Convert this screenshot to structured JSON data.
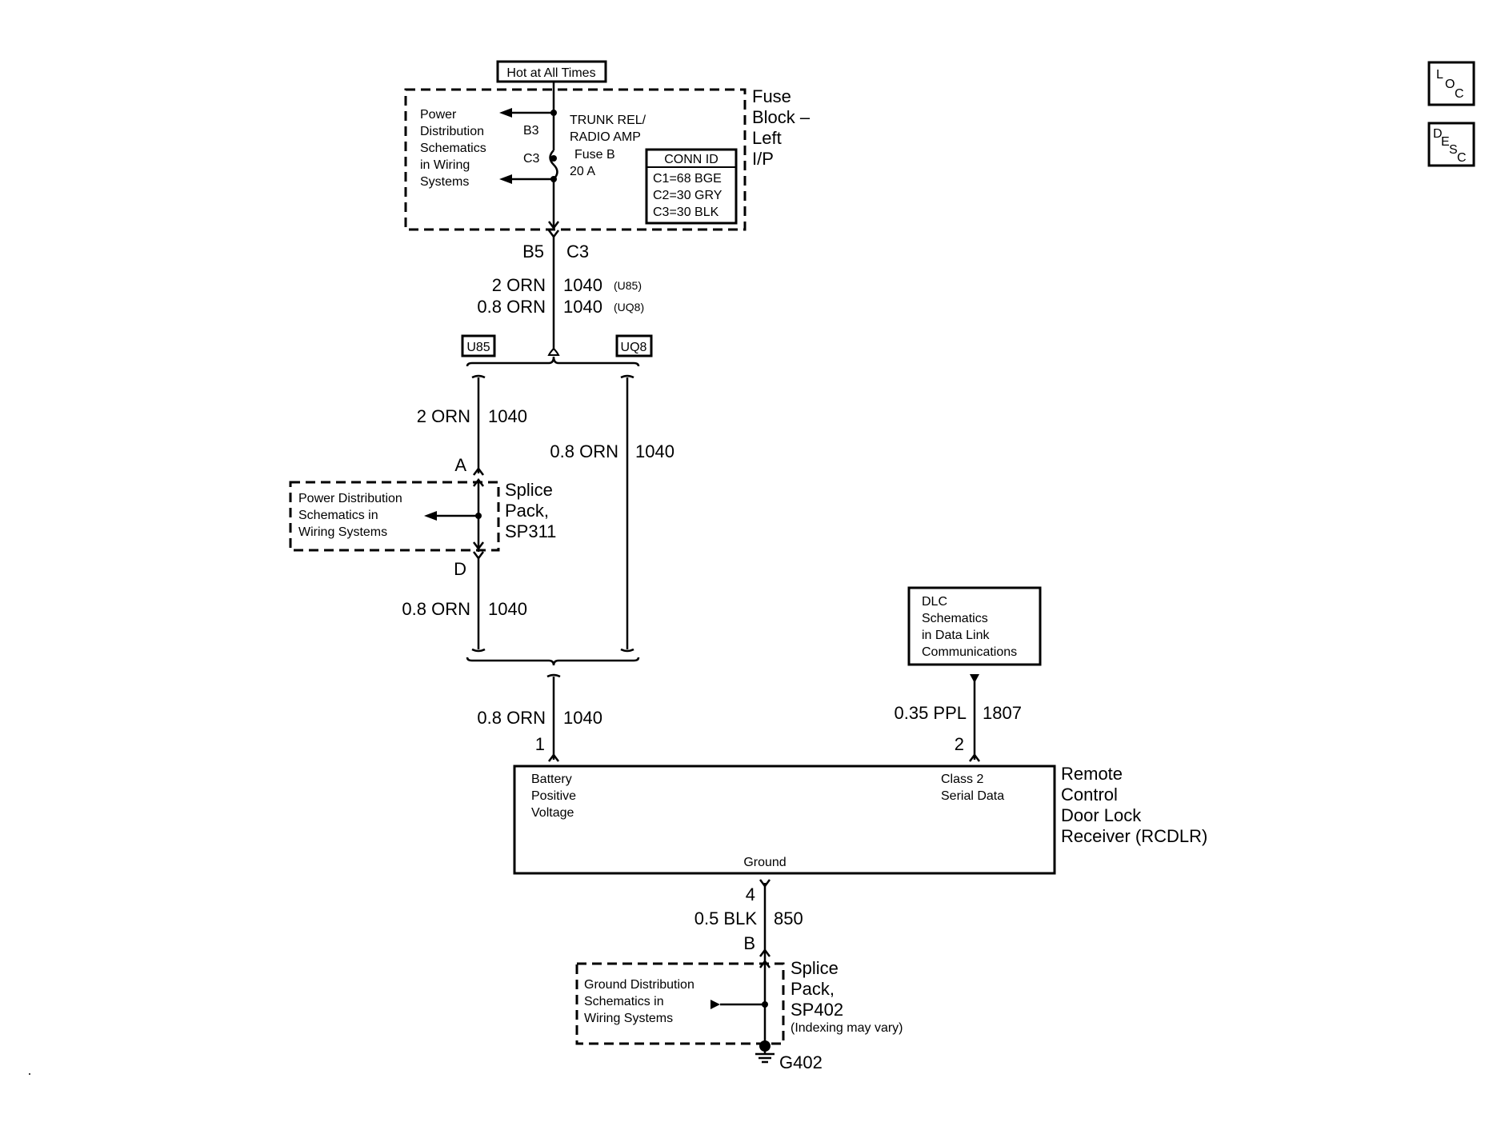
{
  "power_source": "Hot at All Times",
  "fuse_block": {
    "name_lines": [
      "Fuse",
      "Block –",
      "Left",
      "I/P"
    ],
    "ref_lines": [
      "Power",
      "Distribution",
      "Schematics",
      "in Wiring",
      "Systems"
    ],
    "pin_top": "B3",
    "pin_bottom": "C3",
    "fuse_lines": [
      "TRUNK REL/",
      "RADIO AMP",
      "Fuse B",
      "20 A"
    ],
    "conn_id": {
      "title": "CONN ID",
      "rows": [
        "C1=68 BGE",
        "C2=30 GRY",
        "C3=30 BLK"
      ]
    },
    "out_pin_left": "B5",
    "out_pin_right": "C3"
  },
  "wire_main": [
    {
      "gauge": "2 ORN",
      "circuit": "1040",
      "option": "(U85)"
    },
    {
      "gauge": "0.8 ORN",
      "circuit": "1040",
      "option": "(UQ8)"
    }
  ],
  "options": {
    "left": "U85",
    "right": "UQ8"
  },
  "u85_wire_top": {
    "gauge": "2 ORN",
    "circuit": "1040"
  },
  "uq8_wire": {
    "gauge": "0.8 ORN",
    "circuit": "1040"
  },
  "sp311": {
    "pin_in": "A",
    "pin_out": "D",
    "name_lines": [
      "Splice",
      "Pack,",
      "SP311"
    ],
    "ref_lines": [
      "Power Distribution",
      "Schematics in",
      "Wiring Systems"
    ]
  },
  "u85_wire_bottom": {
    "gauge": "0.8 ORN",
    "circuit": "1040"
  },
  "rcdlr_power_wire": {
    "gauge": "0.8 ORN",
    "circuit": "1040",
    "pin": "1"
  },
  "dlc": {
    "lines": [
      "DLC",
      "Schematics",
      "in Data Link",
      "Communications"
    ]
  },
  "data_wire": {
    "gauge": "0.35 PPL",
    "circuit": "1807",
    "pin": "2"
  },
  "rcdlr": {
    "name_lines": [
      "Remote",
      "Control",
      "Door Lock",
      "Receiver (RCDLR)"
    ],
    "battery_lines": [
      "Battery",
      "Positive",
      "Voltage"
    ],
    "data_lines": [
      "Class 2",
      "Serial Data"
    ],
    "ground_label": "Ground"
  },
  "ground_wire": {
    "gauge": "0.5 BLK",
    "circuit": "850",
    "pin_rcdlr": "4",
    "pin_splice": "B"
  },
  "sp402": {
    "name_lines": [
      "Splice",
      "Pack,",
      "SP402"
    ],
    "note": "(Indexing may vary)",
    "ref_lines": [
      "Ground Distribution",
      "Schematics in",
      "Wiring Systems"
    ],
    "ground_id": "G402"
  },
  "side_buttons": {
    "loc": {
      "l": "L",
      "o": "O",
      "c": "C"
    },
    "desc": {
      "d": "D",
      "e": "E",
      "s": "S",
      "c": "C"
    }
  }
}
